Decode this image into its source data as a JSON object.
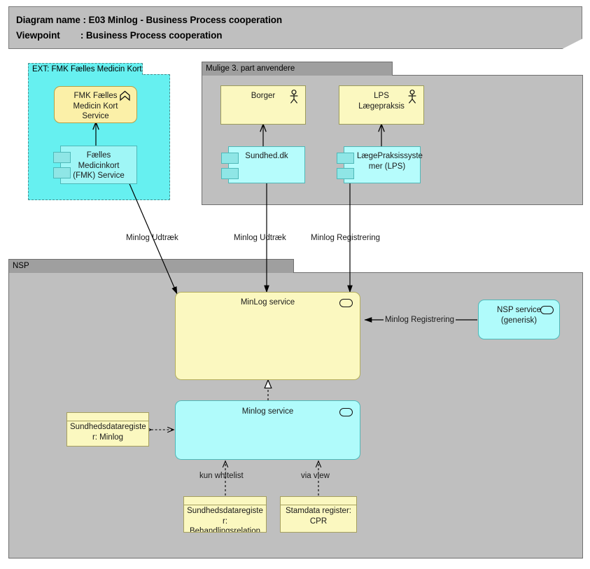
{
  "header": {
    "line1_key": "Diagram name ",
    "line1_value": ": E03 Minlog - Business Process cooperation",
    "line2_key": "Viewpoint        ",
    "line2_value": ": Business Process cooperation"
  },
  "groups": {
    "ext": {
      "label": "EXT: FMK Fælles Medicin Kort"
    },
    "third_party": {
      "label": "Mulige 3. part anvendere"
    },
    "nsp": {
      "label": "NSP"
    }
  },
  "nodes": {
    "fmk_function": {
      "label": "FMK Fælles\nMedicin Kort\nService",
      "icon": "application-function-icon"
    },
    "fmk_component": {
      "label": "Fælles\nMedicinkort\n(FMK) Service",
      "icon": "component-icon"
    },
    "borger_actor": {
      "label": "Borger",
      "icon": "actor-icon"
    },
    "lps_actor": {
      "label": "LPS\nLægepraksis",
      "icon": "actor-icon"
    },
    "sundhed_component": {
      "label": "Sundhed.dk",
      "icon": "component-icon"
    },
    "lps_component": {
      "label": "LægePraksissyste\nmer (LPS)",
      "icon": "component-icon"
    },
    "minlog_service_app": {
      "label": "MinLog service",
      "icon": "application-service-icon"
    },
    "nsp_service": {
      "label": "NSP service\n(generisk)",
      "icon": "application-service-icon"
    },
    "minlog_service_tech": {
      "label": "Minlog service",
      "icon": "application-service-icon"
    },
    "sdr_minlog": {
      "label": "Sundhedsdataregiste\nr: Minlog",
      "icon": "data-object-icon"
    },
    "sdr_behandlingsrelation": {
      "label": "Sundhedsdataregiste\nr:\nBehandlingsrelation",
      "icon": "data-object-icon"
    },
    "stamdata_cpr": {
      "label": "Stamdata register:\nCPR",
      "icon": "data-object-icon"
    }
  },
  "edge_labels": {
    "fmk_to_minlog": "Minlog Udtræk",
    "sundhed_to_minlog": "Minlog Udtræk",
    "lps_to_minlog": "Minlog Registrering",
    "nsp_to_minlog": "Minlog Registrering",
    "behandlingsrelation_to_minlog": "kun whitelist",
    "cpr_to_minlog": "via view"
  },
  "colors": {
    "group_grey": "#bfbfbf",
    "group_tab_grey": "#9f9f9f",
    "cyan_group": "#66f0f0",
    "yellow_fill": "#fbf8c0",
    "cyan_fill": "#b0fbfb",
    "border_dark": "#6f6f6f",
    "line": "#000000"
  }
}
